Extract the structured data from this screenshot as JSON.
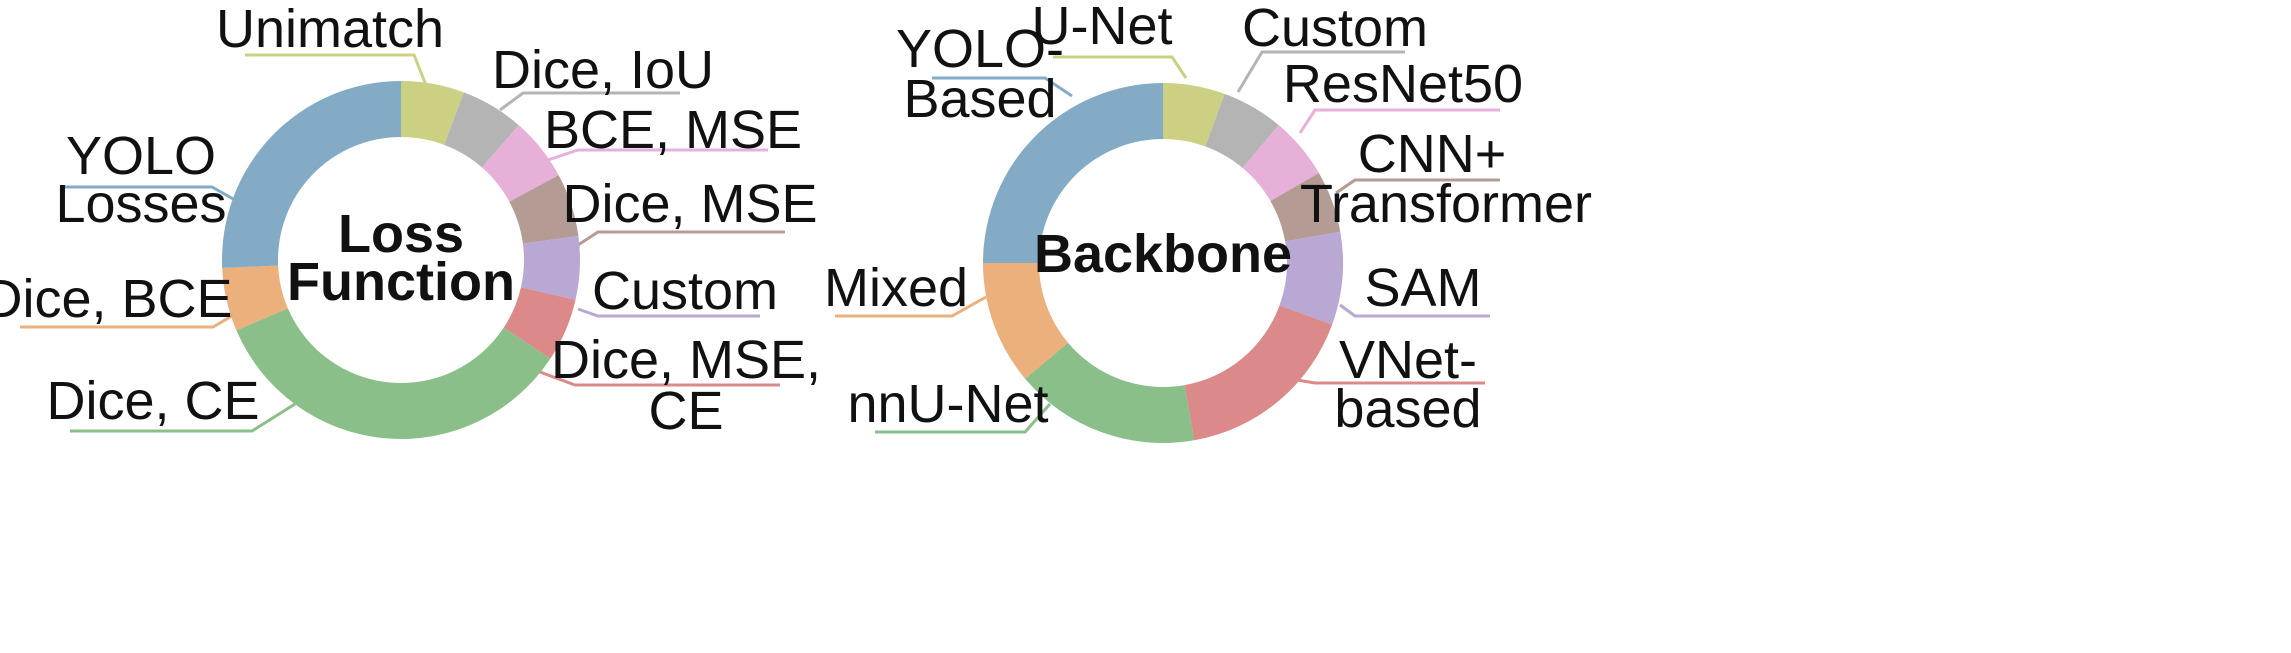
{
  "chart_data": [
    {
      "type": "donut",
      "center_label": [
        "Loss",
        "Function"
      ],
      "slices": [
        {
          "label": [
            "Unimatch"
          ],
          "value": 1.0,
          "color": "#cbd083"
        },
        {
          "label": [
            "Dice, IoU"
          ],
          "value": 1.0,
          "color": "#b4b4b4"
        },
        {
          "label": [
            "BCE, MSE"
          ],
          "value": 1.0,
          "color": "#e6b0d8"
        },
        {
          "label": [
            "Dice, MSE"
          ],
          "value": 1.0,
          "color": "#b49b94"
        },
        {
          "label": [
            "Custom"
          ],
          "value": 1.0,
          "color": "#b9a8d4"
        },
        {
          "label": [
            "Dice, MSE,",
            "CE"
          ],
          "value": 1.0,
          "color": "#dc8989"
        },
        {
          "label": [
            "Dice, CE"
          ],
          "value": 6.0,
          "color": "#8bbf89"
        },
        {
          "label": [
            "Dice, BCE"
          ],
          "value": 1.0,
          "color": "#ecb07c"
        },
        {
          "label": [
            "YOLO",
            "Losses"
          ],
          "value": 4.5,
          "color": "#84abc6"
        }
      ]
    },
    {
      "type": "donut",
      "center_label": [
        "Backbone"
      ],
      "slices": [
        {
          "label": [
            "U-Net"
          ],
          "value": 1.0,
          "color": "#cbd083"
        },
        {
          "label": [
            "Custom"
          ],
          "value": 1.0,
          "color": "#b4b4b4"
        },
        {
          "label": [
            "ResNet50"
          ],
          "value": 1.0,
          "color": "#e6b0d8"
        },
        {
          "label": [
            "CNN+",
            "Transformer"
          ],
          "value": 1.0,
          "color": "#b49b94"
        },
        {
          "label": [
            "SAM"
          ],
          "value": 1.5,
          "color": "#b9a8d4"
        },
        {
          "label": [
            "VNet-",
            "based"
          ],
          "value": 3.0,
          "color": "#dc8989"
        },
        {
          "label": [
            "nnU-Net"
          ],
          "value": 3.0,
          "color": "#8bbf89"
        },
        {
          "label": [
            "Mixed"
          ],
          "value": 2.0,
          "color": "#ecb07c"
        },
        {
          "label": [
            "YOLO-",
            "Based"
          ],
          "value": 4.5,
          "color": "#84abc6"
        }
      ]
    }
  ]
}
